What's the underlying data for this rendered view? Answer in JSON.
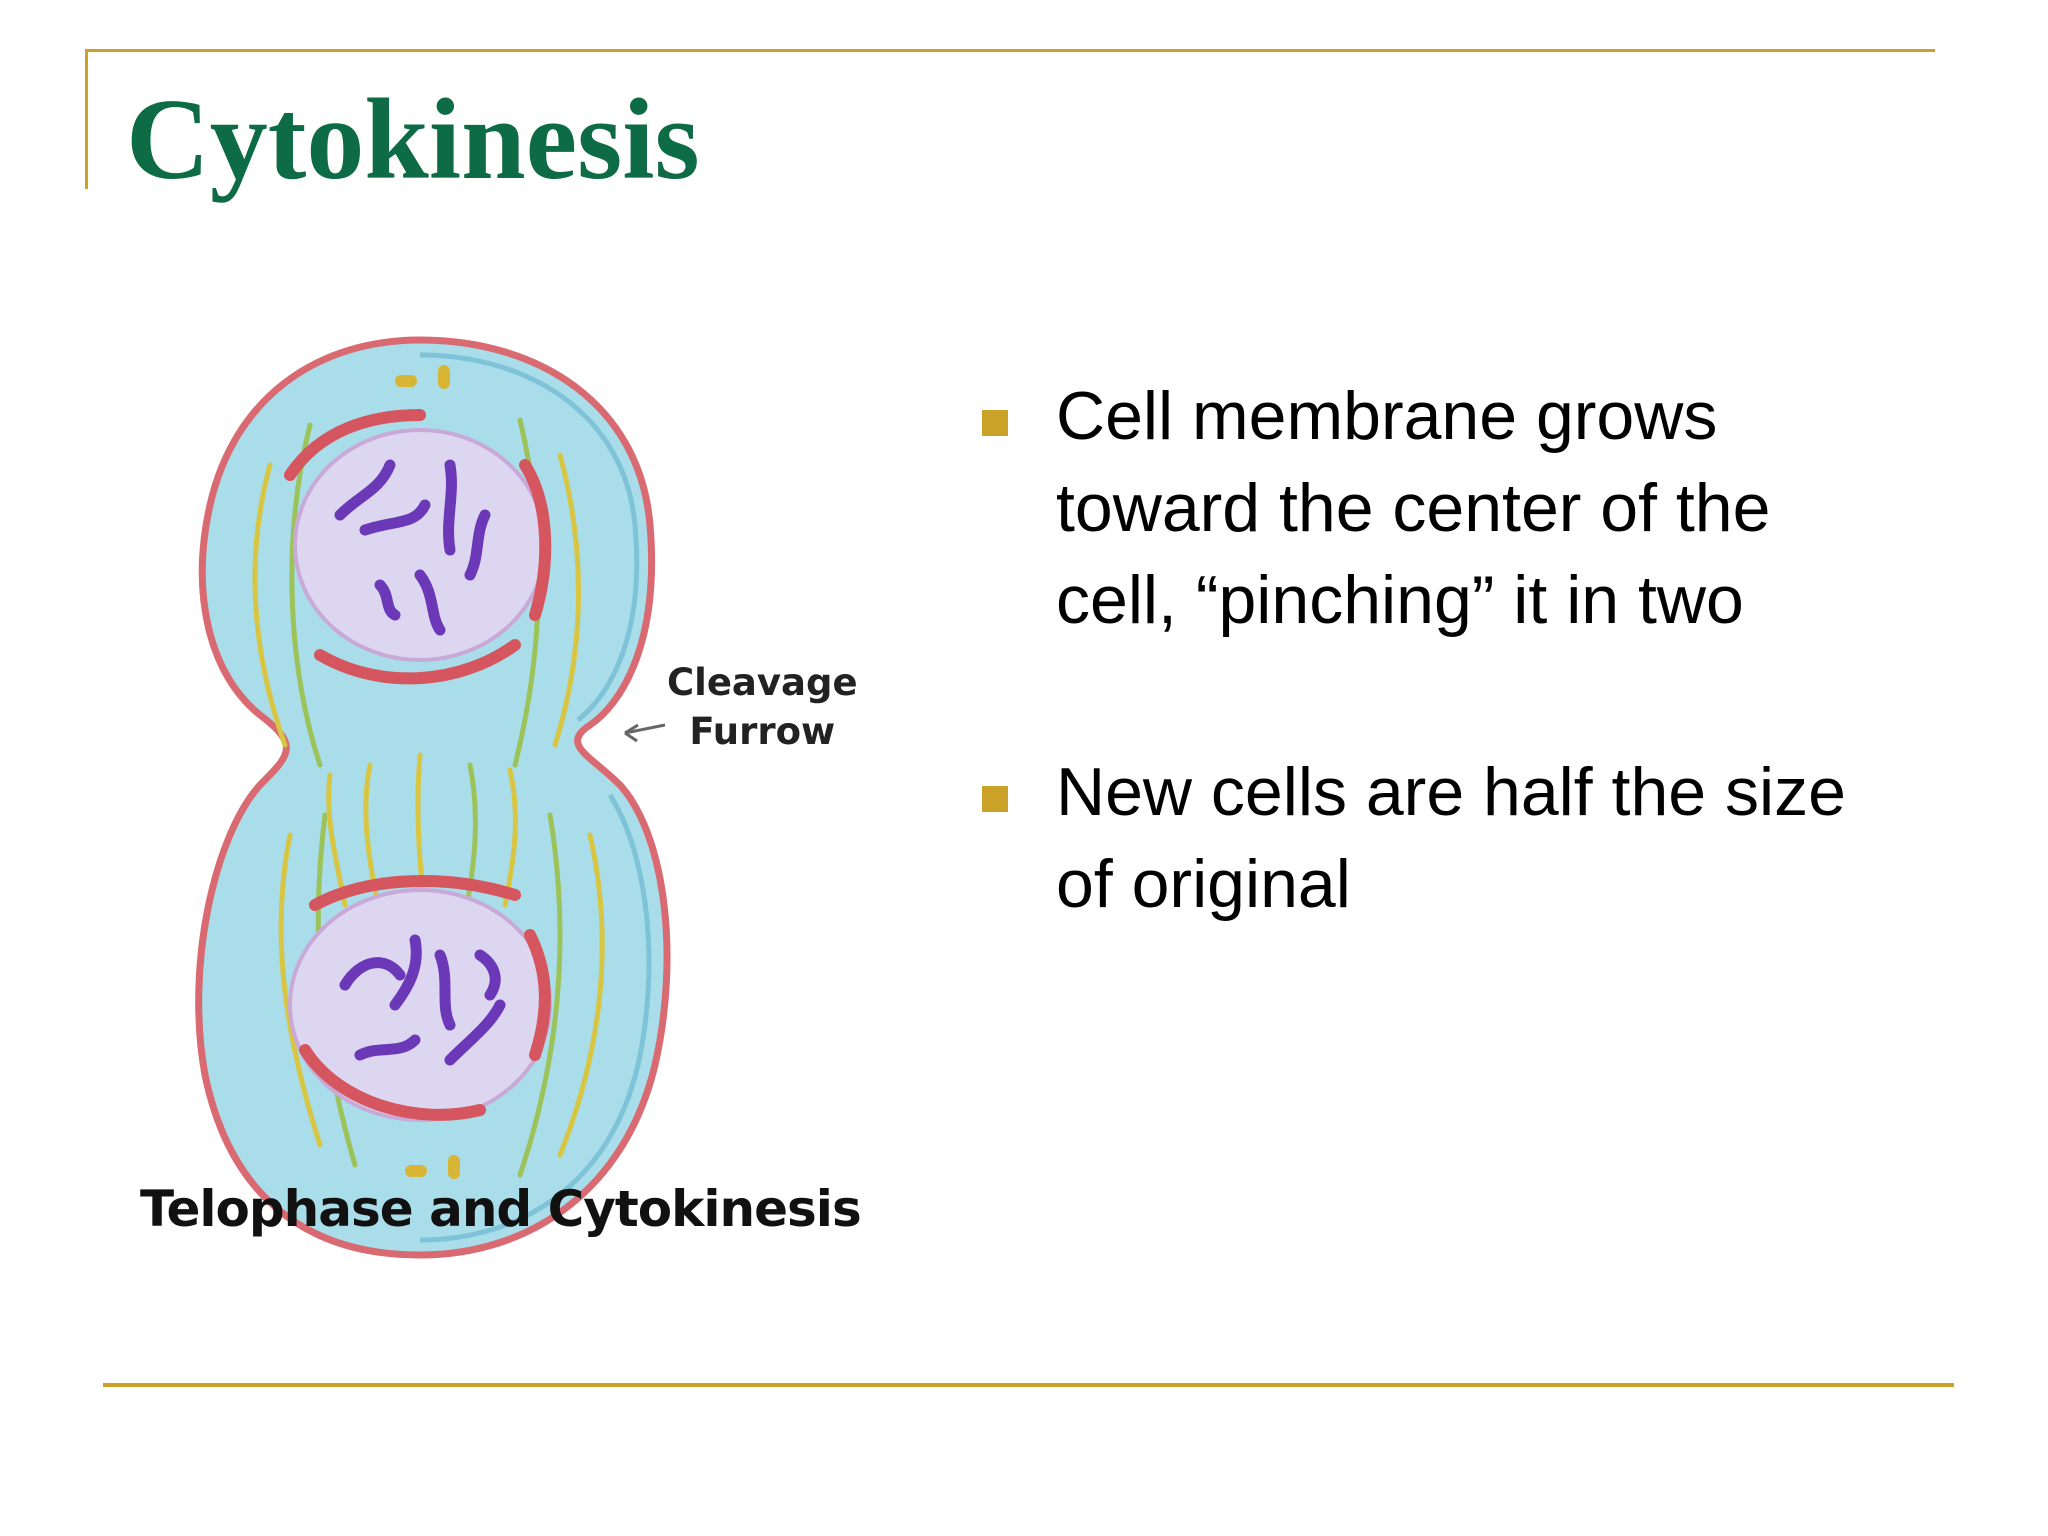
{
  "slide": {
    "title": "Cytokinesis",
    "accent_color": "#c9a227",
    "title_color": "#0d6b45"
  },
  "figure": {
    "caption": "Telophase and Cytokinesis",
    "furrow_label_line1": "Cleavage",
    "furrow_label_line2": "Furrow"
  },
  "bullets": [
    {
      "lines": [
        "Cell membrane grows",
        "toward the center of the",
        "cell, “pinching” it in two"
      ]
    },
    {
      "lines": [
        "New cells are half the size",
        "of original"
      ]
    }
  ]
}
